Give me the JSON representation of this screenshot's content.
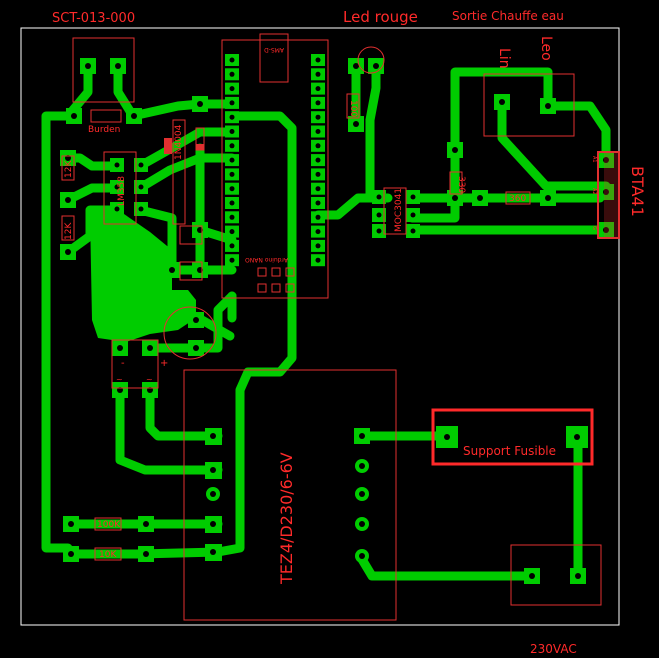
{
  "labels": {
    "sct": "SCT-013-000",
    "led_rouge": "Led rouge",
    "sortie": "Sortie Chauffe eau",
    "bta41": "BTA41",
    "burden": "Burden",
    "lm358": "LM358",
    "in4004": "1N4004",
    "lin": "Lin",
    "leo": "Leo",
    "moc": "MOC3041",
    "r330": "330",
    "r360": "360",
    "r100": "100",
    "r12k_a": "12K",
    "r12k_b": "12K",
    "r100k": "100K",
    "r10k": "10K",
    "tez": "TEZ4/D230/6-6V",
    "support_fusible": "Support Fusible",
    "ac": "230VAC",
    "arduino": "Arduino NANO",
    "ams": "AMS-D",
    "a1": "A1",
    "a2": "A2",
    "g": "G",
    "plus": "+",
    "minus": "-",
    "tilde_l": "~",
    "tilde_r": "~"
  },
  "colors": {
    "background": "#000000",
    "copper": "#00cc00",
    "silkscreen": "#ff2a2a",
    "outline": "#ffffff"
  }
}
